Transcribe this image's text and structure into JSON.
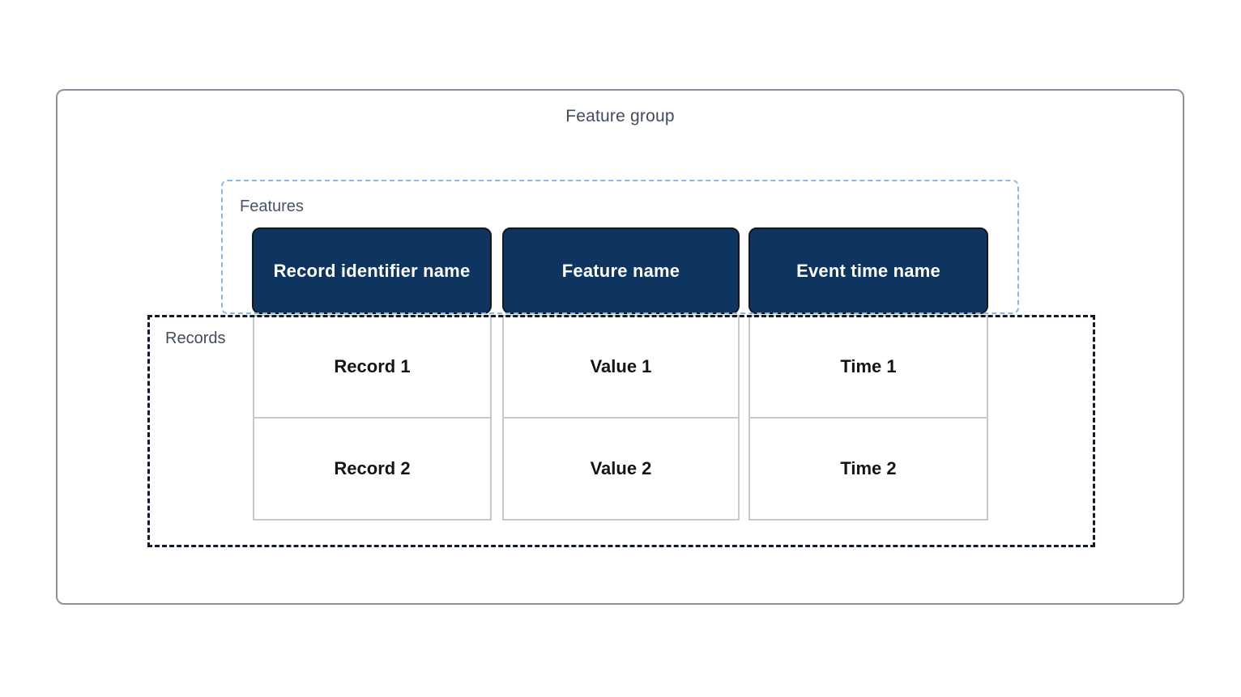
{
  "diagram": {
    "title": "Feature group",
    "features": {
      "label": "Features",
      "columns": [
        {
          "header": "Record identifier name"
        },
        {
          "header": "Feature name"
        },
        {
          "header": "Event time name"
        }
      ]
    },
    "records": {
      "label": "Records",
      "rows": [
        {
          "cells": [
            "Record 1",
            "Value 1",
            "Time 1"
          ]
        },
        {
          "cells": [
            "Record 2",
            "Value 2",
            "Time 2"
          ]
        }
      ]
    },
    "colors": {
      "header_background": "#0d355f",
      "header_text": "#ffffff",
      "features_dashed_border": "#8ab7e8",
      "records_dashed_border": "#101b2c",
      "outer_border": "#8b929e",
      "label_text": "#414d5c",
      "cell_border": "#c9c9c9",
      "cell_text": "#151515"
    }
  }
}
